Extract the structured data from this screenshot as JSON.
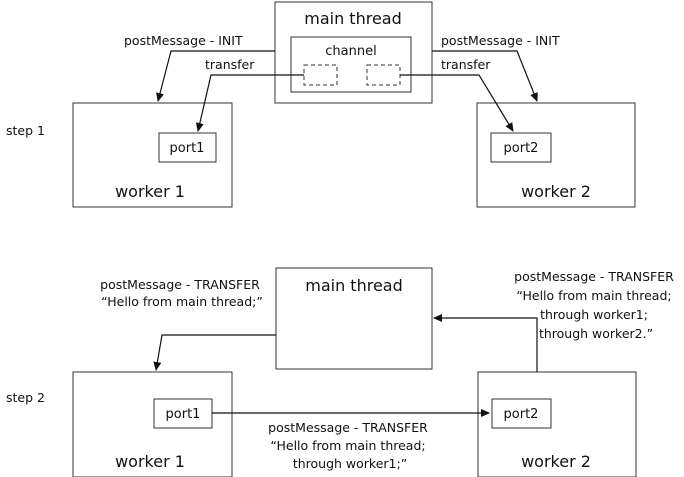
{
  "step1": {
    "step_label": "step 1",
    "main_thread": "main thread",
    "channel": "channel",
    "worker1": "worker 1",
    "worker2": "worker 2",
    "port1": "port1",
    "port2": "port2",
    "left_message": "postMessage - INIT",
    "right_message": "postMessage - INIT",
    "left_transfer": "transfer",
    "right_transfer": "transfer"
  },
  "step2": {
    "step_label": "step 2",
    "main_thread": "main thread",
    "worker1": "worker 1",
    "worker2": "worker 2",
    "port1": "port1",
    "port2": "port2",
    "left_message": [
      "postMessage - TRANSFER",
      "“Hello from main thread;”"
    ],
    "right_message": [
      "postMessage - TRANSFER",
      "“Hello from main thread;",
      "through worker1;",
      "through worker2.”"
    ],
    "bottom_message": [
      "postMessage - TRANSFER",
      "“Hello from main thread;",
      "through worker1;”"
    ]
  }
}
